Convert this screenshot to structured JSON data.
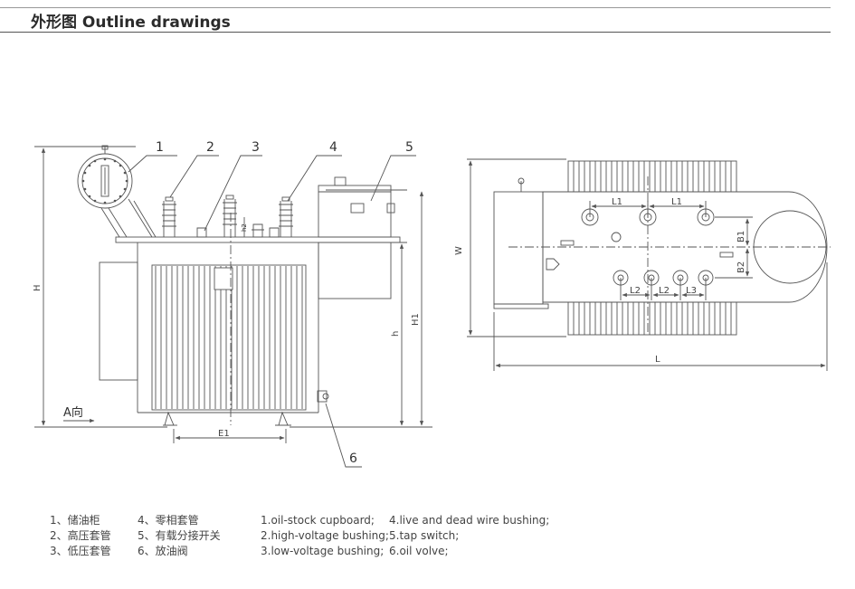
{
  "header": {
    "title": "外形图 Outline drawings"
  },
  "callouts": [
    "1",
    "2",
    "3",
    "4",
    "5",
    "6"
  ],
  "dimensions": {
    "H": "H",
    "h": "h",
    "H1": "H1",
    "E1": "E1",
    "h2": "h2",
    "W": "W",
    "L": "L",
    "L1": "L1",
    "L2": "L2",
    "L3": "L3",
    "B1": "B1",
    "B2": "B2",
    "view_a": "A向"
  },
  "legend_cn": [
    "1、储油柜",
    "2、高压套管",
    "3、低压套管",
    "4、零相套管",
    "5、有载分接开关",
    "6、放油阀"
  ],
  "legend_en": [
    "1.oil-stock cupboard;",
    "2.high-voltage bushing;",
    "3.low-voltage bushing;",
    "4.live and dead wire bushing;",
    "5.tap switch;",
    "6.oil volve;"
  ],
  "colors": {
    "line": "#555555",
    "text": "#333333",
    "title": "#2b2b2b"
  }
}
